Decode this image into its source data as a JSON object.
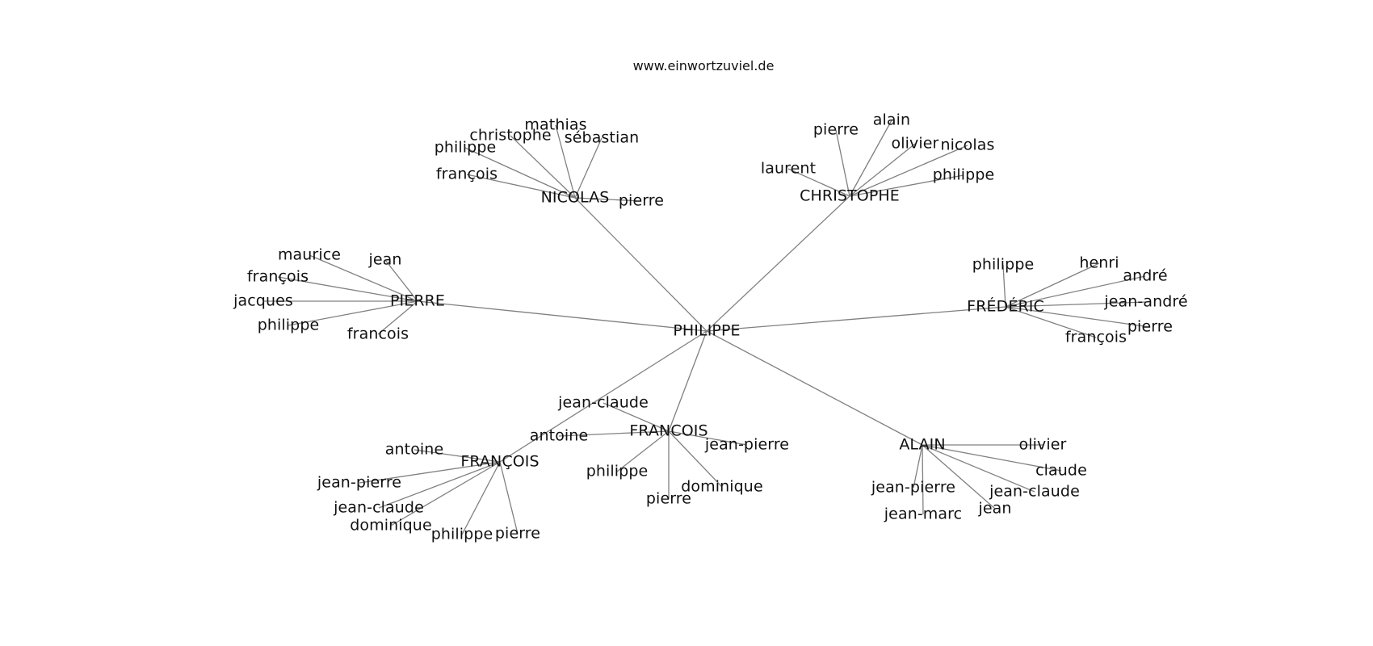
{
  "site_title": "www.einwortzuviel.de",
  "edge_color": "#808080",
  "graph": {
    "center": "PHILIPPE",
    "hubs": [
      {
        "name": "NICOLAS",
        "leaves": [
          "françois",
          "philippe",
          "christophe",
          "mathias",
          "sébastian",
          "pierre"
        ]
      },
      {
        "name": "CHRISTOPHE",
        "leaves": [
          "laurent",
          "pierre",
          "alain",
          "olivier",
          "nicolas",
          "philippe"
        ]
      },
      {
        "name": "PIERRE",
        "leaves": [
          "maurice",
          "jean",
          "françois",
          "jacques",
          "philippe",
          "francois"
        ]
      },
      {
        "name": "FRÉDÉRIC",
        "leaves": [
          "philippe",
          "henri",
          "andré",
          "jean-andré",
          "pierre",
          "françois"
        ]
      },
      {
        "name": "FRANCOIS",
        "leaves": [
          "jean-claude",
          "antoine",
          "jean-pierre",
          "philippe",
          "pierre",
          "dominique"
        ]
      },
      {
        "name": "FRANÇOIS",
        "leaves": [
          "antoine",
          "jean-pierre",
          "jean-claude",
          "dominique",
          "philippe",
          "pierre"
        ]
      },
      {
        "name": "ALAIN",
        "leaves": [
          "olivier",
          "claude",
          "jean-claude",
          "jean",
          "jean-marc",
          "jean-pierre"
        ]
      }
    ]
  }
}
